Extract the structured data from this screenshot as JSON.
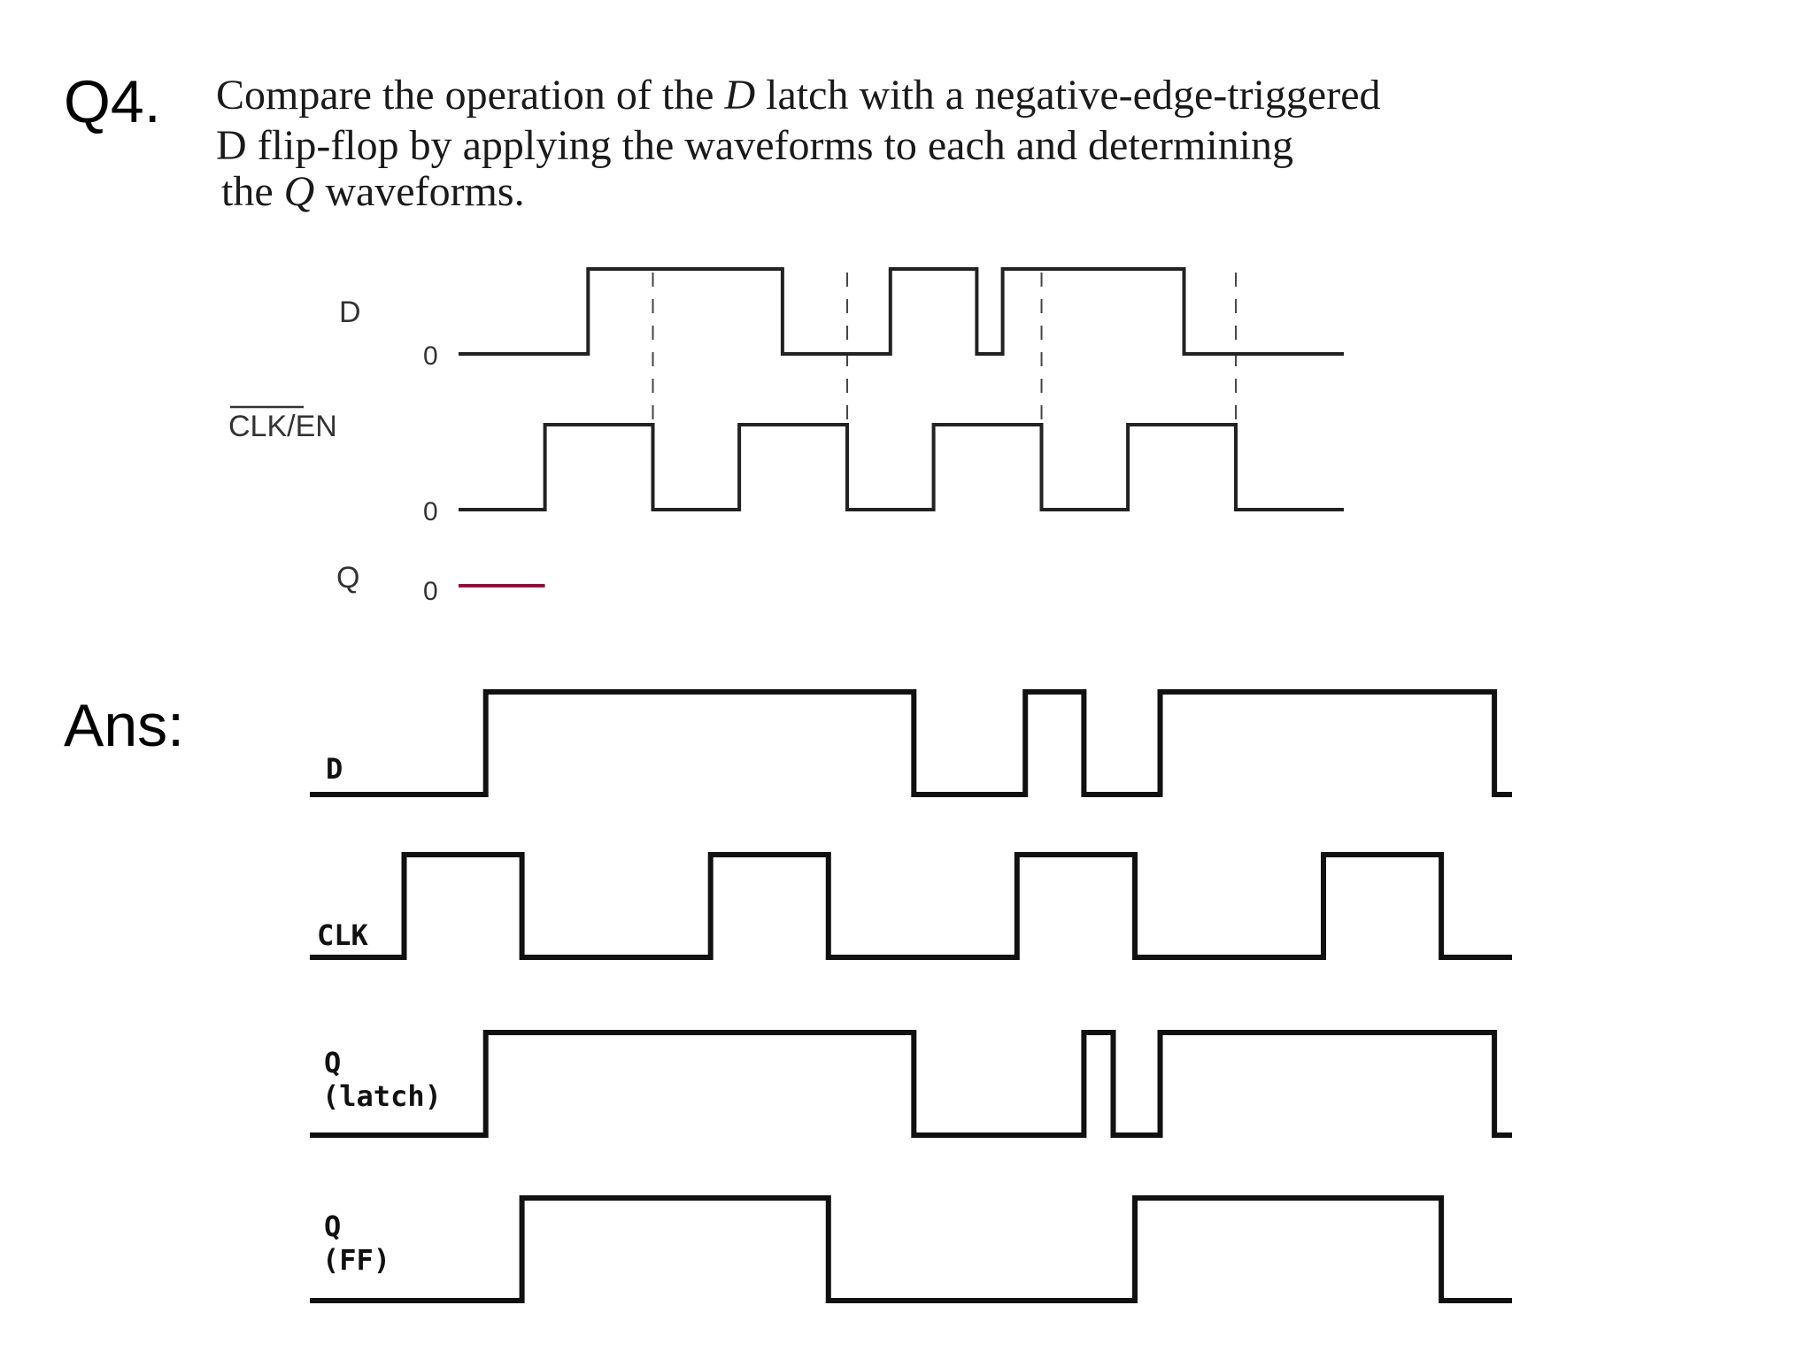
{
  "question": {
    "number": "Q4.",
    "lines": [
      [
        "Compare the operation of the ",
        {
          "i": "D"
        },
        " latch with a negative-edge-triggered"
      ],
      [
        "D flip-flop by applying the waveforms to each and determining"
      ],
      [
        "the ",
        {
          "i": "Q"
        },
        " waveforms."
      ]
    ]
  },
  "given": {
    "signals": [
      {
        "name": "D",
        "zero": "0"
      },
      {
        "name": "CLK/EN",
        "overbar": "CLK",
        "rest": "/EN",
        "zero": "0"
      },
      {
        "name": "Q",
        "zero": "0"
      }
    ],
    "time_range": [
      0,
      20.5
    ],
    "D": [
      [
        0,
        0
      ],
      [
        3,
        1
      ],
      [
        7.5,
        0
      ],
      [
        10,
        1
      ],
      [
        12,
        0
      ],
      [
        12.6,
        1
      ],
      [
        16.8,
        0
      ],
      [
        20.5,
        0
      ]
    ],
    "CLK_EN": [
      [
        0,
        0
      ],
      [
        2,
        1
      ],
      [
        4.5,
        0
      ],
      [
        6.5,
        1
      ],
      [
        9,
        0
      ],
      [
        11,
        1
      ],
      [
        13.5,
        0
      ],
      [
        15.5,
        1
      ],
      [
        18,
        0
      ],
      [
        20.5,
        0
      ]
    ],
    "Q_initial": [
      [
        0,
        0
      ],
      [
        2,
        0
      ]
    ],
    "dashed_marks_at": [
      4.5,
      9,
      13.5,
      18
    ]
  },
  "answer": {
    "label": "Ans:",
    "signals": [
      {
        "name": "D",
        "lines": [
          "D"
        ]
      },
      {
        "name": "CLK",
        "lines": [
          "CLK"
        ]
      },
      {
        "name": "Q (latch)",
        "lines": [
          "Q",
          "(latch)"
        ]
      },
      {
        "name": "Q (FF)",
        "lines": [
          "Q",
          "(FF)"
        ]
      }
    ],
    "time_range": [
      0,
      20.5
    ],
    "D": [
      [
        0,
        0
      ],
      [
        3,
        1
      ],
      [
        10.3,
        0
      ],
      [
        12.2,
        1
      ],
      [
        13.2,
        0
      ],
      [
        14.5,
        1
      ],
      [
        20.2,
        0
      ],
      [
        20.5,
        0
      ]
    ],
    "CLK": [
      [
        0,
        0
      ],
      [
        2,
        1
      ],
      [
        4.5,
        0
      ],
      [
        8.5,
        1
      ],
      [
        11,
        0
      ],
      [
        15,
        1
      ],
      [
        17.5,
        0
      ],
      [
        21.5,
        1
      ],
      [
        24,
        0
      ],
      [
        25.5,
        0
      ]
    ],
    "Q_latch": [
      [
        0,
        0
      ],
      [
        3,
        1
      ],
      [
        10.3,
        0
      ],
      [
        13.2,
        1
      ],
      [
        13.7,
        0
      ],
      [
        14.5,
        1
      ],
      [
        20.2,
        0
      ],
      [
        20.5,
        0
      ]
    ],
    "Q_FF": [
      [
        0,
        0
      ],
      [
        4.5,
        1
      ],
      [
        11,
        0
      ],
      [
        17.5,
        1
      ],
      [
        24,
        0
      ],
      [
        25.5,
        0
      ]
    ]
  }
}
